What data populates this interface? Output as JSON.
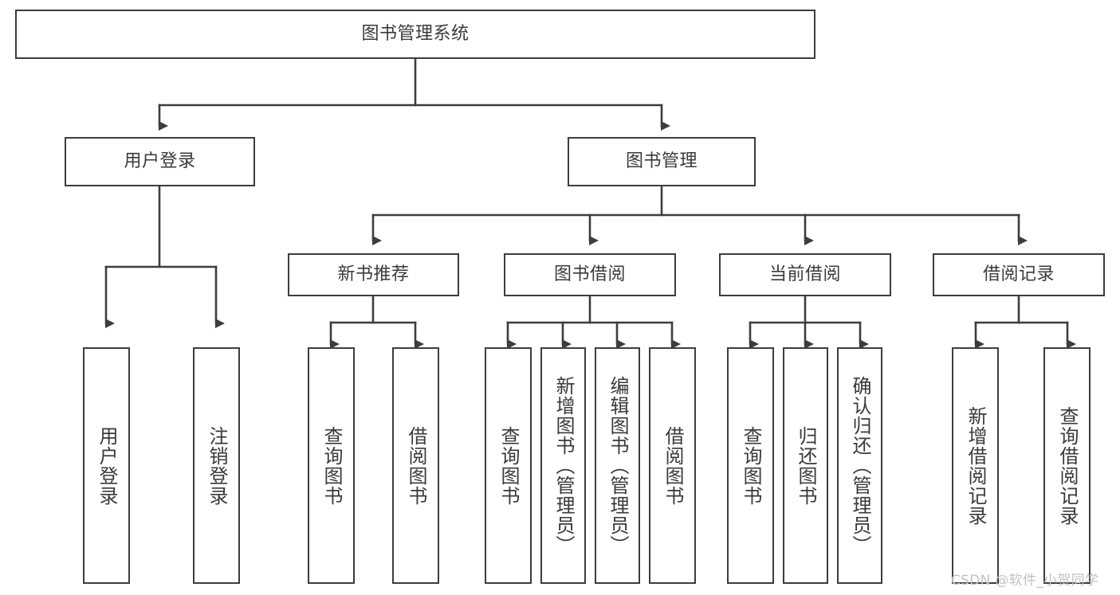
{
  "diagram": {
    "title": "图书管理系统",
    "type": "tree-hierarchy-chart",
    "root": {
      "id": "root",
      "label": "图书管理系统"
    },
    "level2": [
      {
        "id": "user-login",
        "label": "用户登录"
      },
      {
        "id": "book-management",
        "label": "图书管理"
      }
    ],
    "level3": [
      {
        "id": "new-book-recommend",
        "label": "新书推荐",
        "parent": "book-management"
      },
      {
        "id": "book-borrow",
        "label": "图书借阅",
        "parent": "book-management"
      },
      {
        "id": "current-borrow",
        "label": "当前借阅",
        "parent": "book-management"
      },
      {
        "id": "borrow-record",
        "label": "借阅记录",
        "parent": "book-management"
      }
    ],
    "leaves": [
      {
        "id": "leaf-user-login",
        "label": "用户登录",
        "parent": "user-login"
      },
      {
        "id": "leaf-logout-login",
        "label": "注销登录",
        "parent": "user-login"
      },
      {
        "id": "leaf-query-book-1",
        "label": "查询图书",
        "parent": "new-book-recommend"
      },
      {
        "id": "leaf-borrow-book-1",
        "label": "借阅图书",
        "parent": "new-book-recommend"
      },
      {
        "id": "leaf-query-book-2",
        "label": "查询图书",
        "parent": "book-borrow"
      },
      {
        "id": "leaf-add-book",
        "label": "新增图书（管理员）",
        "parent": "book-borrow"
      },
      {
        "id": "leaf-edit-book",
        "label": "编辑图书（管理员）",
        "parent": "book-borrow"
      },
      {
        "id": "leaf-borrow-book-2",
        "label": "借阅图书",
        "parent": "book-borrow"
      },
      {
        "id": "leaf-query-book-3",
        "label": "查询图书",
        "parent": "current-borrow"
      },
      {
        "id": "leaf-return-book",
        "label": "归还图书",
        "parent": "current-borrow"
      },
      {
        "id": "leaf-confirm-return",
        "label": "确认归还（管理员）",
        "parent": "current-borrow"
      },
      {
        "id": "leaf-add-record",
        "label": "新增借阅记录",
        "parent": "borrow-record"
      },
      {
        "id": "leaf-query-record",
        "label": "查询借阅记录",
        "parent": "borrow-record"
      }
    ],
    "watermark": "CSDN @软件_小贺同学",
    "colors": {
      "border": "#3d3d3d",
      "text": "#3a3a3a",
      "background": "#ffffff",
      "connector": "#3d3d3d",
      "watermark": "#c2c2c2"
    }
  }
}
